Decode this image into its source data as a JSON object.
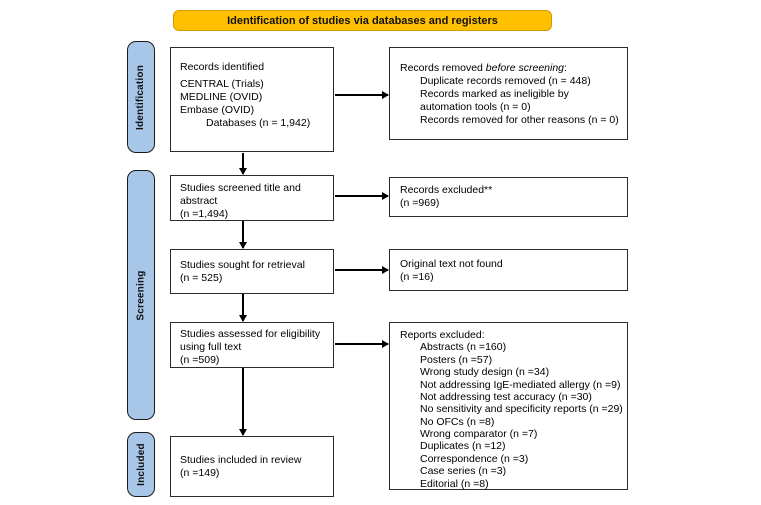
{
  "banner": {
    "title": "Identification of studies via databases and registers"
  },
  "stages": {
    "identification": "Identification",
    "screening": "Screening",
    "included": "Included"
  },
  "flow": {
    "records_identified": {
      "title": "Records identified",
      "sources": [
        "CENTRAL (Trials)",
        "MEDLINE (OVID)",
        "Embase (OVID)"
      ],
      "databases": "Databases (n = 1,942)"
    },
    "records_removed": {
      "title_prefix": "Records removed ",
      "title_italic": "before screening",
      "title_suffix": ":",
      "items": [
        "Duplicate records removed (n = 448)",
        "Records marked as ineligible by automation tools (n = 0)",
        "Records removed for other reasons (n = 0)"
      ]
    },
    "screened": {
      "label": "Studies screened title and abstract",
      "count": "(n =1,494)"
    },
    "records_excluded": {
      "label": "Records excluded**",
      "count": "(n =969)"
    },
    "retrieval": {
      "label": "Studies sought for retrieval",
      "count": "(n = 525)"
    },
    "text_not_found": {
      "label": "Original text not found",
      "count": "(n =16)"
    },
    "eligibility": {
      "label": "Studies assessed for eligibility using full text",
      "count": "(n =509)"
    },
    "reports_excluded": {
      "title": "Reports excluded:",
      "items": [
        "Abstracts (n =160)",
        "Posters (n =57)",
        "Wrong study design (n =34)",
        "Not addressing IgE-mediated allergy (n =9)",
        "Not addressing test accuracy (n =30)",
        "No sensitivity and specificity reports (n =29)",
        "No OFCs (n =8)",
        "Wrong comparator (n =7)",
        "Duplicates (n =12)",
        "Correspondence (n =3)",
        "Case series (n =3)",
        "Editorial (n =8)"
      ]
    },
    "included": {
      "label": "Studies included in review",
      "count": "(n =149)"
    }
  },
  "colors": {
    "banner_bg": "#ffc000",
    "banner_border": "#d49b00",
    "stage_bar_bg": "#a8c7e8",
    "box_border": "#2b2b2b"
  }
}
